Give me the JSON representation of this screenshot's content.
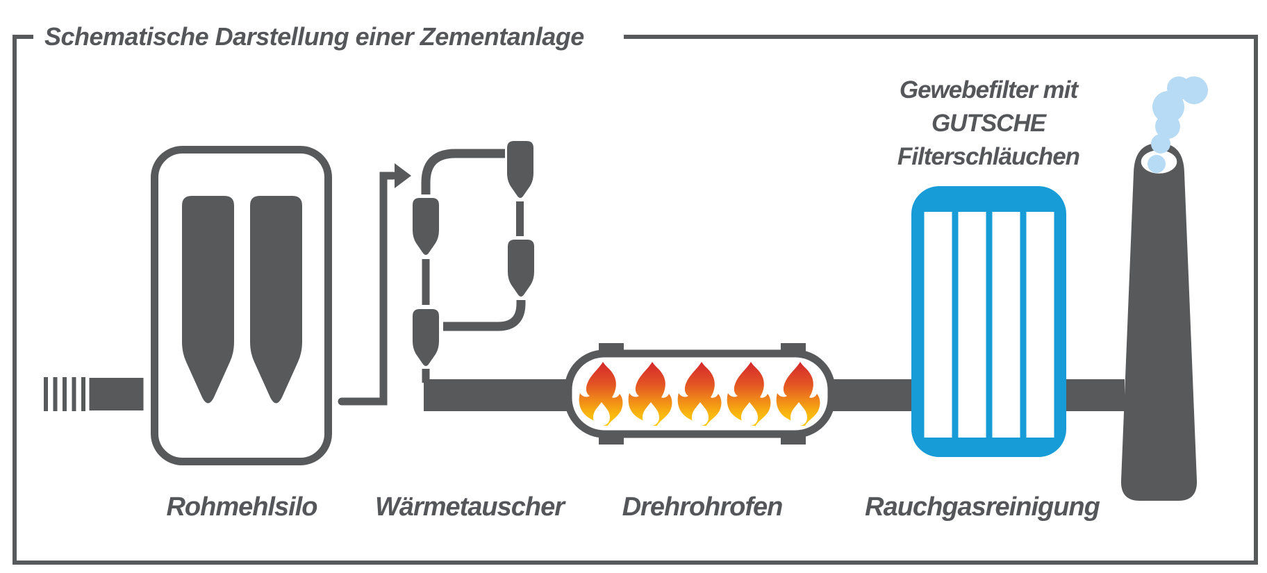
{
  "title": "Schematische Darstellung einer Zementanlage",
  "labels": {
    "silo": "Rohmehlsilo",
    "heat_exchanger": "Wärmetauscher",
    "kiln": "Drehrohrofen",
    "gas_cleaning": "Rauchgasreinigung"
  },
  "filter_caption": {
    "line1": "Gewebefilter mit",
    "line2": "GUTSCHE",
    "line3": "Filterschläuchen"
  },
  "colors": {
    "diagram_gray": "#58595b",
    "text_gray": "#55565a",
    "filter_blue": "#189cd8",
    "smoke_blue": "#b7dbf4",
    "flame_red": "#d4282c",
    "flame_orange": "#ee7f1c",
    "flame_yellow": "#fdcb0d",
    "background": "#ffffff"
  },
  "icons": {
    "flow_arrow": "right-arrow",
    "flames": "fire-icon",
    "smoke": "smoke-puffs-icon"
  }
}
